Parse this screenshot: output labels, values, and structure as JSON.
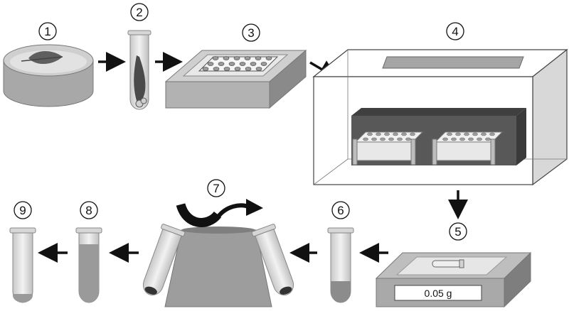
{
  "steps": [
    {
      "number": "1",
      "icon": "petri-dish-with-leaf"
    },
    {
      "number": "2",
      "icon": "tube-with-insect"
    },
    {
      "number": "3",
      "icon": "heat-block-with-rack"
    },
    {
      "number": "4",
      "icon": "incubator-chamber"
    },
    {
      "number": "5",
      "icon": "balance-with-tube"
    },
    {
      "number": "6",
      "icon": "tube-with-pellet"
    },
    {
      "number": "7",
      "icon": "centrifuge-inversion"
    },
    {
      "number": "8",
      "icon": "tube-full"
    },
    {
      "number": "9",
      "icon": "tube-empty"
    }
  ],
  "balance": {
    "reading": "0.05 g"
  },
  "colors": {
    "light_gray": "#d0d0d0",
    "mid_gray": "#a8a8a8",
    "dark_gray": "#555555",
    "black": "#111111",
    "tube_fill": "#e4e4e4",
    "liquid": "#9a9a9a"
  }
}
